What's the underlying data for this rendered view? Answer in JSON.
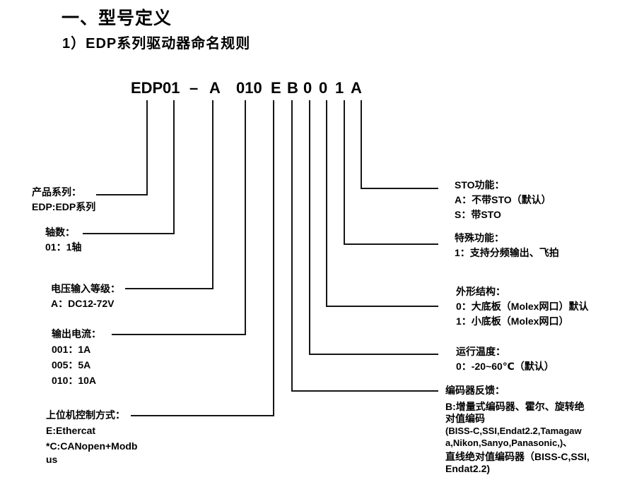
{
  "page": {
    "title": "一、型号定义",
    "subtitle": "1）EDP系列驱动器命名规则"
  },
  "model_code": {
    "value": "EDP 01 – A 010 E B 0 0 1 A",
    "segments": [
      "EDP",
      "01",
      "–",
      "A",
      "010",
      "E",
      "B",
      "0",
      "0",
      "1",
      "A"
    ]
  },
  "left_labels": [
    {
      "title": "产品系列：",
      "lines": [
        "EDP:EDP系列"
      ]
    },
    {
      "title": "轴数：",
      "lines": [
        "01：1轴"
      ]
    },
    {
      "title": "电压输入等级：",
      "lines": [
        "A：DC12-72V"
      ]
    },
    {
      "title": "输出电流：",
      "lines": [
        "001：1A",
        "005：5A",
        "010：10A"
      ]
    },
    {
      "title": "上位机控制方式：",
      "lines": [
        "E:Ethercat",
        "*C:CANopen+Modb",
        "us"
      ]
    }
  ],
  "right_labels": [
    {
      "title": "STO功能：",
      "lines": [
        "A：不带STO（默认）",
        "S：带STO"
      ]
    },
    {
      "title": "特殊功能：",
      "lines": [
        "1：支持分频输出、飞拍"
      ]
    },
    {
      "title": "外形结构：",
      "lines": [
        "0：大底板（Molex网口）默认",
        "1：小底板（Molex网口）"
      ]
    },
    {
      "title": "运行温度：",
      "lines": [
        "0：-20~60℃（默认）"
      ]
    },
    {
      "title": "编码器反馈：",
      "lines": [
        "B:增量式编码器、霍尔、旋转绝",
        "对值编码",
        "(BISS-C,SSI,Endat2.2,Tamagaw",
        "a,Nikon,Sanyo,Panasonic,)、",
        "直线绝对值编码器（BISS-C,SSI,",
        "Endat2.2)"
      ]
    }
  ],
  "colors": {
    "background": "#ffffff",
    "text": "#000000",
    "line": "#151515"
  }
}
